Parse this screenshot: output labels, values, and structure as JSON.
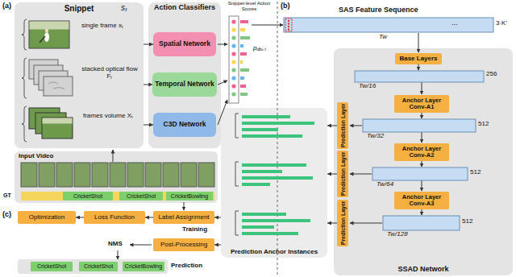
{
  "diagram": {
    "nodes": [
      {
        "text": [
          "Snippet"
        ]
      },
      {
        "text": [
          "Action Classifiers"
        ]
      },
      {
        "text": [
          "Spatial Network"
        ],
        "in": 1
      },
      {
        "text": [
          "Temporal Network"
        ],
        "in": 1
      },
      {
        "text": [
          "C3D Network"
        ],
        "in": 1
      },
      {
        "text": [
          "Input Video"
        ]
      },
      {
        "text": [
          "CricketShot"
        ],
        "in": 5
      },
      {
        "text": [
          "CricketShot"
        ],
        "in": 5
      },
      {
        "text": [
          "CricketBowling"
        ],
        "in": 5
      },
      {
        "text": [
          "SSAD Network"
        ]
      },
      {
        "text": [
          "Base Layers"
        ],
        "in": 9
      },
      {
        "text": [
          "Anchor Layer Conv-A1"
        ],
        "in": 9
      },
      {
        "text": [
          "Anchor Layer Conv-A2"
        ],
        "in": 9
      },
      {
        "text": [
          "Anchor Layer Conv-A3"
        ],
        "in": 9
      },
      {
        "text": [
          "Prediction Layer"
        ],
        "in": 9
      },
      {
        "text": [
          "Prediction Layer"
        ],
        "in": 9
      },
      {
        "text": [
          "Prediction Layer"
        ],
        "in": 9
      },
      {
        "text": [
          "Prediction Anchor Instances"
        ]
      },
      {
        "text": [
          "Optimization"
        ]
      },
      {
        "text": [
          "Loss Function"
        ]
      },
      {
        "text": [
          "Label Assignment"
        ]
      },
      {
        "text": [
          "Post-Processing"
        ]
      },
      {
        "text": [
          "CricketShot"
        ]
      },
      {
        "text": [
          "CricketShot"
        ]
      },
      {
        "text": [
          "CricketBowling"
        ]
      }
    ],
    "edges": [
      {
        "from": 0,
        "to": 2,
        "arrow": "to"
      },
      {
        "from": 0,
        "to": 3,
        "arrow": "to"
      },
      {
        "from": 0,
        "to": 4,
        "arrow": "to"
      },
      {
        "from": 14,
        "to": 17,
        "arrow": "to"
      },
      {
        "from": 15,
        "to": 17,
        "arrow": "to"
      },
      {
        "from": 16,
        "to": 17,
        "arrow": "to"
      },
      {
        "from": 17,
        "to": 20,
        "arrow": "to"
      },
      {
        "from": 17,
        "to": 21,
        "arrow": "to"
      },
      {
        "from": 20,
        "to": 19,
        "arrow": "to"
      },
      {
        "from": 19,
        "to": 18,
        "arrow": "to"
      }
    ],
    "labels": [
      "(a)",
      "sₜ",
      "single frame xₜ",
      "stacked optical flow Fₜ",
      "frames volume Xₜ",
      "Snippet-level Action Scores",
      "pₛₐₛ,ₜ",
      "GT",
      "(b)",
      "SAS Feature Sequence",
      "3·K'",
      "Tw",
      "...",
      "256",
      "Tw/16",
      "512",
      "Tw/32",
      "512",
      "Tw/64",
      "512",
      "Tw/128",
      "(c)",
      "Training",
      "NMS",
      "Prediction"
    ]
  }
}
